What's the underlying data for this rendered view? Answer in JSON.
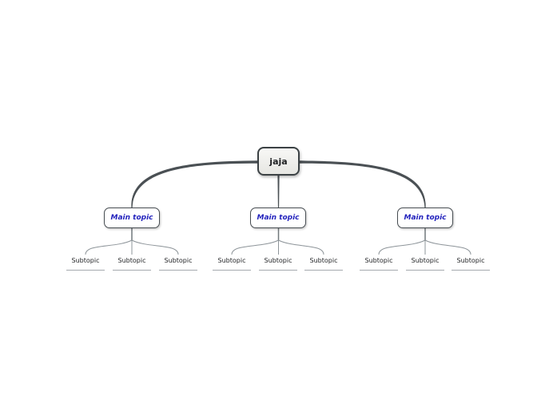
{
  "mindmap": {
    "root": {
      "label": "jaja"
    },
    "main_topics": [
      {
        "label": "Main topic",
        "subtopics": [
          "Subtopic",
          "Subtopic",
          "Subtopic"
        ]
      },
      {
        "label": "Main topic",
        "subtopics": [
          "Subtopic",
          "Subtopic",
          "Subtopic"
        ]
      },
      {
        "label": "Main topic",
        "subtopics": [
          "Subtopic",
          "Subtopic",
          "Subtopic"
        ]
      }
    ],
    "colors": {
      "canvas_background": "#ffffff",
      "root_border": "#3b4144",
      "root_fill_top": "#f8f8f6",
      "root_fill_bottom": "#e6e6e2",
      "root_text": "#1e2022",
      "main_topic_border": "#474d52",
      "main_topic_fill": "#ffffff",
      "main_topic_text": "#2323bd",
      "branch_line": "#4a5054",
      "sub_branch_trunk": "#71787c",
      "sub_branch_line": "#8d9499",
      "subtopic_text": "#232527",
      "subtopic_underline": "#a5aaae"
    }
  }
}
